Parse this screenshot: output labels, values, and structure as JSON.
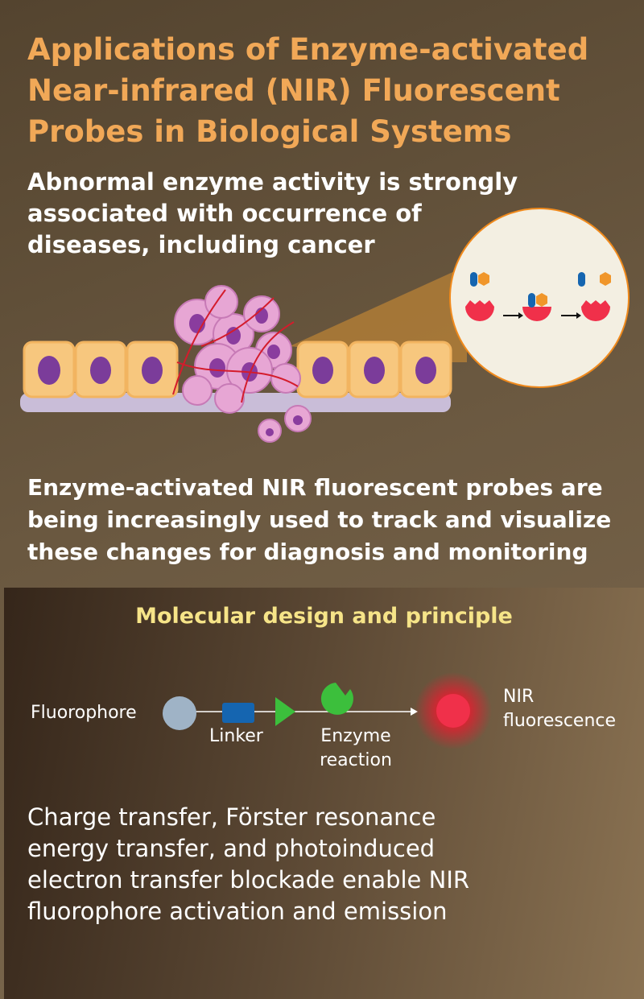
{
  "title": "Applications of Enzyme-activated Near-infrared (NIR) Fluorescent Probes in Biological Systems",
  "intro": "Abnormal enzyme activity is strongly associated with occurrence of diseases, including cancer",
  "middle": "Enzyme-activated NIR fluorescent probes are being increasingly used to track and visualize these changes for diagnosis and monitoring",
  "panel": {
    "heading": "Molecular design and principle",
    "labels": {
      "fluorophore": "Fluorophore",
      "linker": "Linker",
      "enzyme_reaction": "Enzyme reaction",
      "nir": "NIR fluorescence"
    },
    "body": "Charge transfer, Förster resonance energy transfer, and photoinduced electron transfer blockade enable NIR fluorophore activation and emission"
  },
  "colors": {
    "title": "#f1a857",
    "heading": "#f6e488",
    "fluorophore": "#9fb3c6",
    "linker": "#1565b0",
    "enzyme": "#3cbf3c",
    "nir": "#f0304a"
  }
}
